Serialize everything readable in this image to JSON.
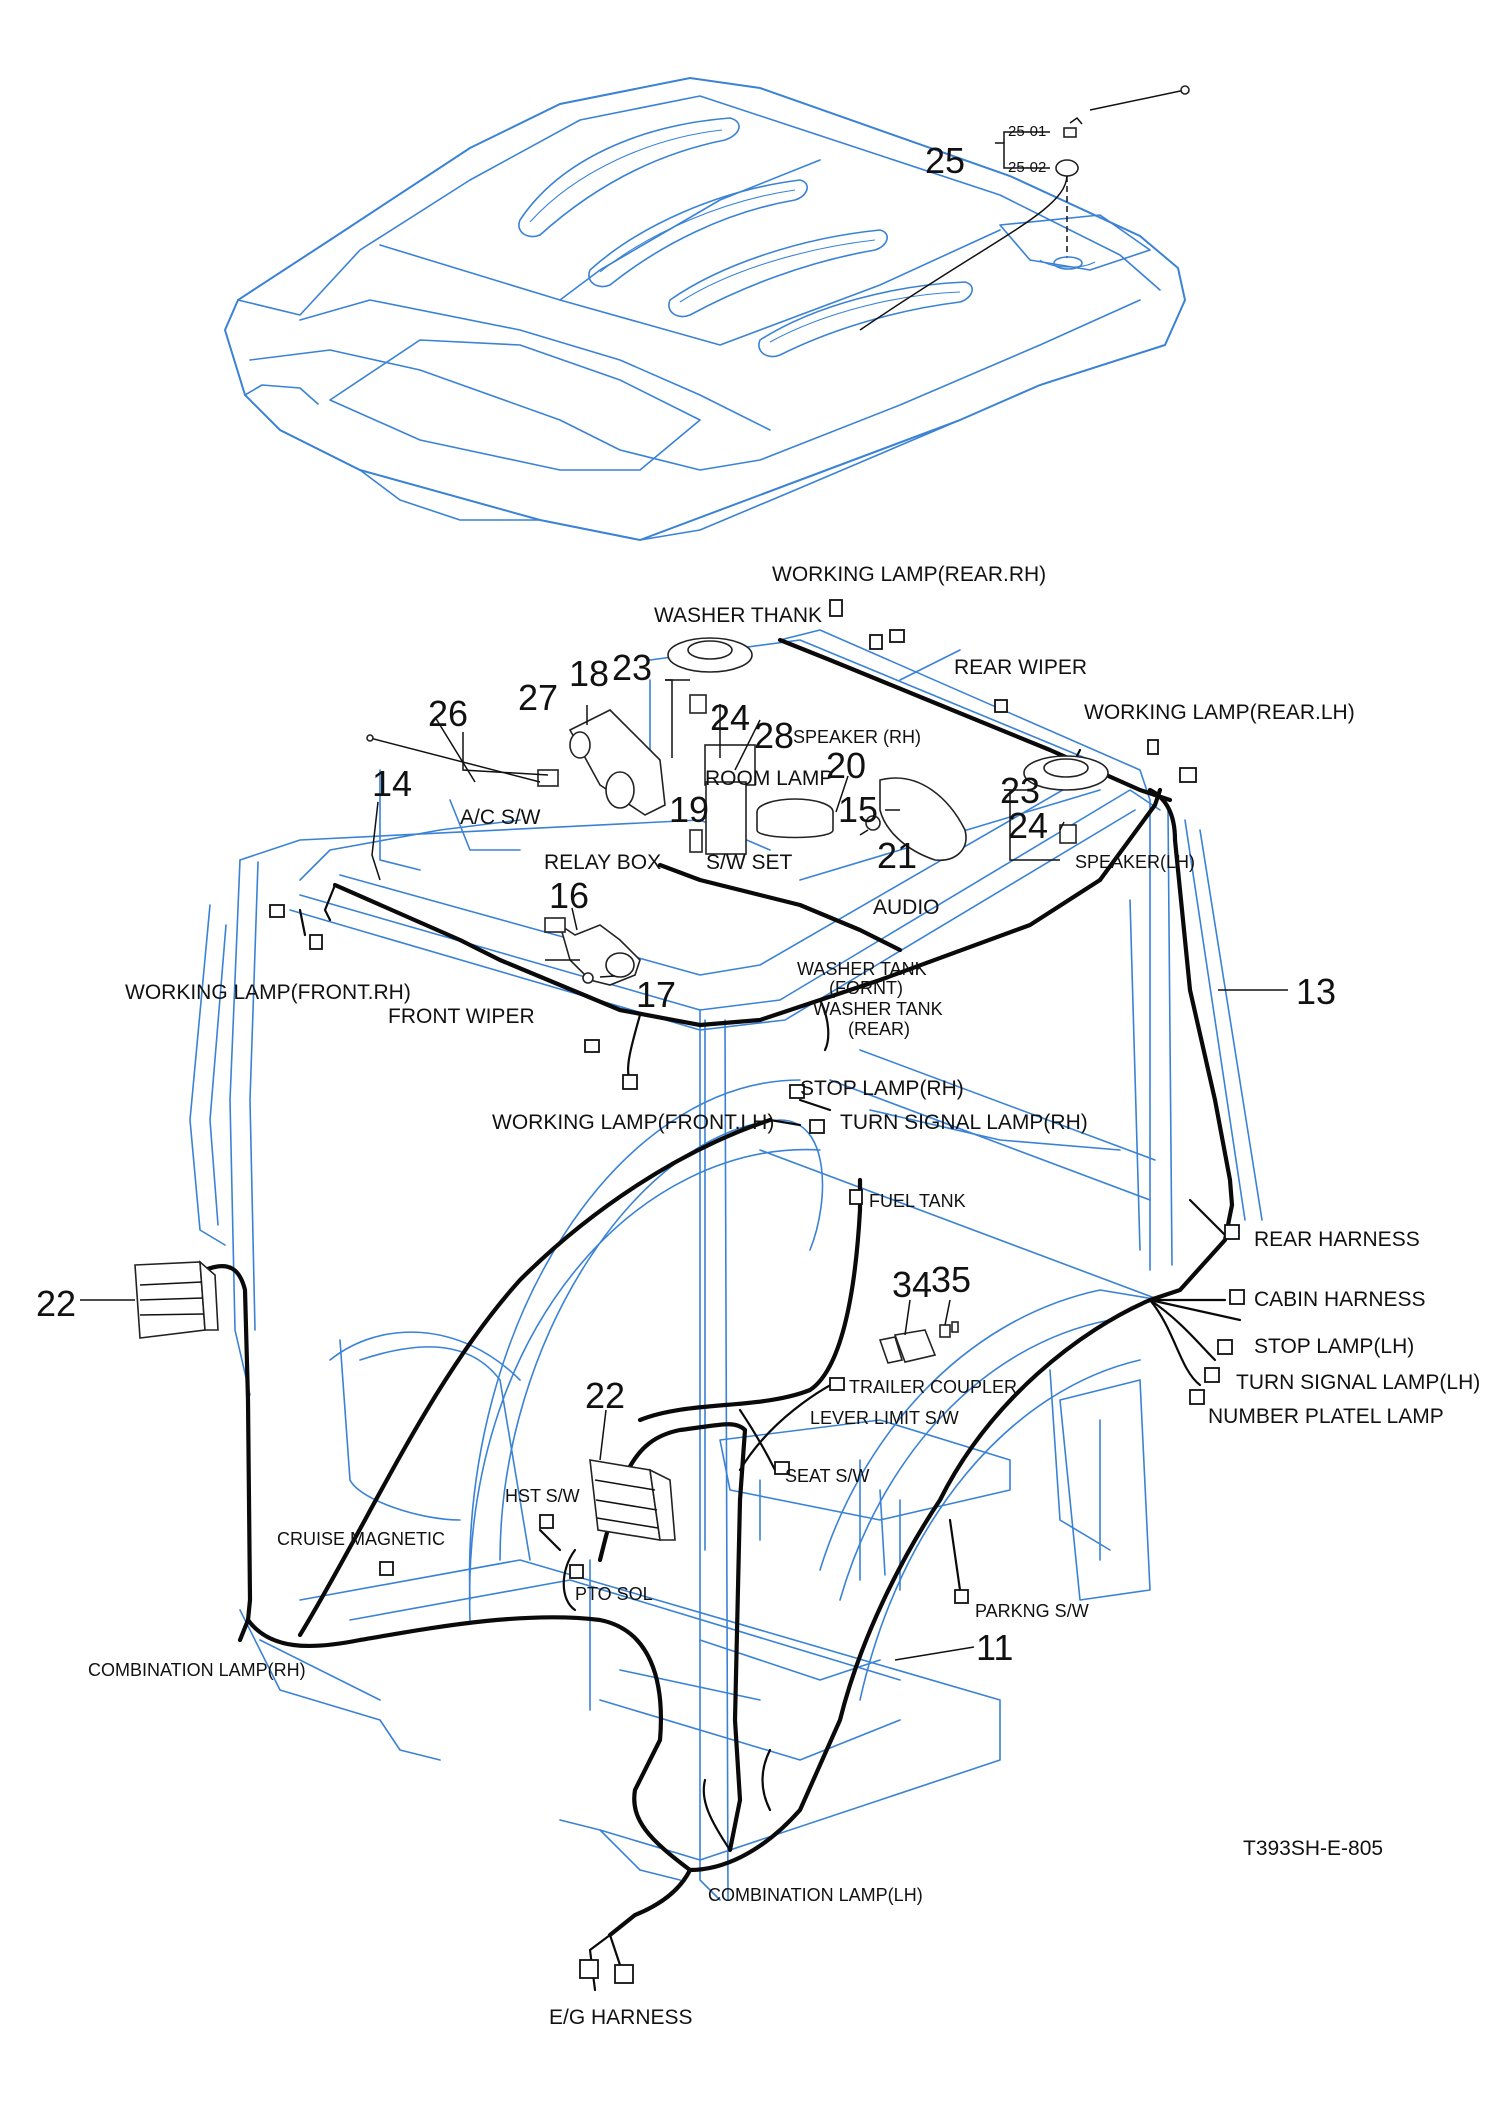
{
  "diagram_code": "T393SH-E-805",
  "antenna": {
    "number": "25",
    "sub_parts": [
      "25-01",
      "25-02"
    ]
  },
  "part_numbers": {
    "p11": "11",
    "p13": "13",
    "p14": "14",
    "p15": "15",
    "p16": "16",
    "p17": "17",
    "p18": "18",
    "p19": "19",
    "p20": "20",
    "p21": "21",
    "p22_left": "22",
    "p22_center": "22",
    "p23_left": "23",
    "p23_right": "23",
    "p24_left": "24",
    "p24_right": "24",
    "p26": "26",
    "p27": "27",
    "p28": "28",
    "p34": "34",
    "p35": "35"
  },
  "labels": {
    "working_lamp_rear_rh": "WORKING LAMP(REAR.RH)",
    "washer_thank": "WASHER THANK",
    "rear_wiper": "REAR WIPER",
    "working_lamp_rear_lh": "WORKING LAMP(REAR.LH)",
    "speaker_rh": "SPEAKER (RH)",
    "room_lamp": "ROOM LAMP",
    "speaker_lh": "SPEAKER(LH)",
    "ac_sw": "A/C S/W",
    "relay_box": "RELAY BOX",
    "sw_set": "S/W SET",
    "audio": "AUDIO",
    "washer_tank_front_1": "WASHER TANK",
    "washer_tank_front_2": "(FORNT)",
    "washer_tank_rear_1": "WASHER TANK",
    "washer_tank_rear_2": "(REAR)",
    "working_lamp_front_rh": "WORKING LAMP(FRONT.RH)",
    "front_wiper": "FRONT WIPER",
    "stop_lamp_rh": "STOP LAMP(RH)",
    "working_lamp_front_lh": "WORKING LAMP(FRONT.LH)",
    "turn_signal_lamp_rh": "TURN SIGNAL LAMP(RH)",
    "fuel_tank": "FUEL TANK",
    "rear_harness": "REAR HARNESS",
    "cabin_harness": "CABIN HARNESS",
    "stop_lamp_lh": "STOP LAMP(LH)",
    "turn_signal_lamp_lh": "TURN SIGNAL LAMP(LH)",
    "number_platel_lamp": "NUMBER PLATEL LAMP",
    "trailer_coupler": "TRAILER COUPLER",
    "lever_limit_sw": "LEVER LIMIT S/W",
    "seat_sw": "SEAT S/W",
    "hst_sw": "HST S/W",
    "cruise_magnetic": "CRUISE MAGNETIC",
    "pto_sol": "PTO SOL",
    "parkng_sw": "PARKNG S/W",
    "combination_lamp_rh": "COMBINATION LAMP(RH)",
    "combination_lamp_lh": "COMBINATION LAMP(LH)",
    "eg_harness": "E/G HARNESS"
  },
  "colors": {
    "frame_line": "#3a82d6",
    "harness": "#0a0a0a",
    "text": "#111111",
    "background": "#ffffff"
  }
}
